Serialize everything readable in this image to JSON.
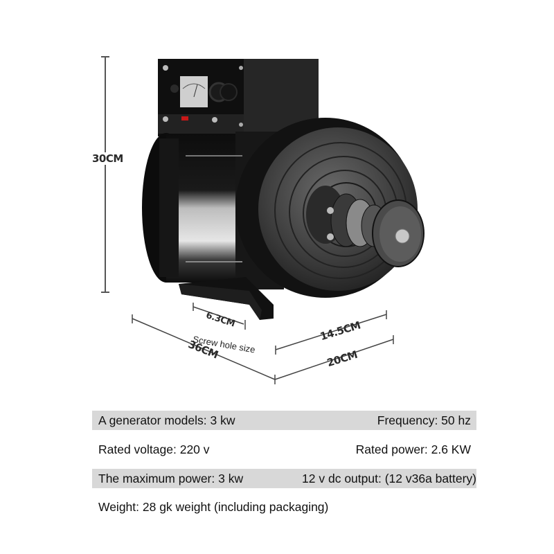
{
  "product": {
    "name": "generator",
    "dimensions": {
      "height": "30CM",
      "length": "36CM",
      "width": "20CM",
      "mount_width": "14.5CM",
      "screw_hole": "6.3CM",
      "screw_hole_caption": "Screw hole size"
    }
  },
  "specs": {
    "rows": [
      {
        "left": "A generator models: 3 kw",
        "right": "Frequency: 50 hz",
        "shaded": true
      },
      {
        "left": "Rated voltage: 220 v",
        "right": "Rated power: 2.6 KW",
        "shaded": false
      },
      {
        "left": "The maximum power: 3 kw",
        "right": "12 v dc output: (12 v36a battery)",
        "shaded": true
      },
      {
        "left": "Weight: 28 gk weight (including packaging)",
        "right": "",
        "shaded": false
      }
    ]
  },
  "colors": {
    "row_shade": "#d8d8d8",
    "text": "#111111",
    "dimension_line": "#555555",
    "motor_body": "#141414"
  }
}
